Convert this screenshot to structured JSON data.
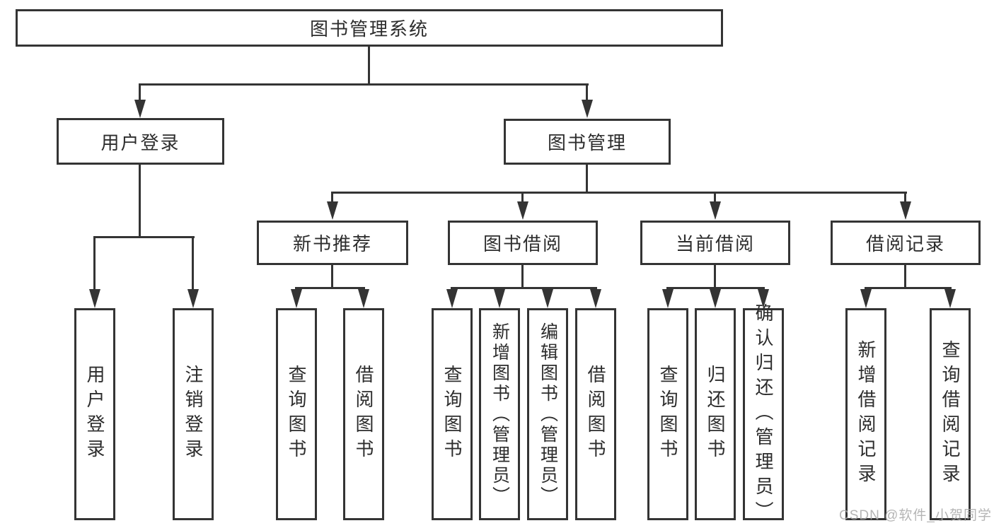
{
  "diagram": {
    "title": "图书管理系统",
    "level2": {
      "user_login": "用户登录",
      "book_mgmt": "图书管理"
    },
    "level3": {
      "new_books": "新书推荐",
      "book_borrow": "图书借阅",
      "current_borrow": "当前借阅",
      "borrow_records": "借阅记录"
    },
    "leaves": {
      "user_login": [
        "用户登录",
        "注销登录"
      ],
      "new_books": [
        "查询图书",
        "借阅图书"
      ],
      "book_borrow": [
        "查询图书",
        "新增图书（管理员）",
        "编辑图书（管理员）",
        "借阅图书"
      ],
      "current_borrow": [
        "查询图书",
        "归还图书",
        "确认归还（管理员）"
      ],
      "borrow_records": [
        "新增借阅记录",
        "查询借阅记录"
      ]
    },
    "watermark": "CSDN @软件_小贺同学",
    "colors": {
      "line": "#343434",
      "text": "#2d2d2d",
      "background": "#ffffff",
      "watermark": "#a8a8a8"
    }
  }
}
